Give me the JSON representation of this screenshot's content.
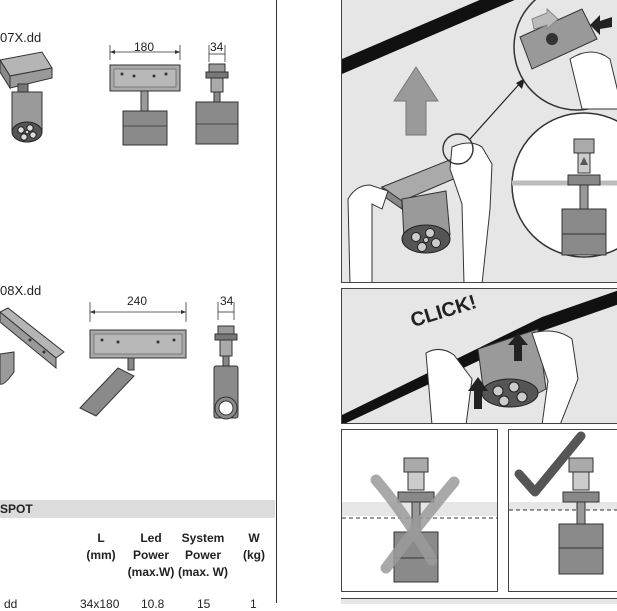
{
  "left": {
    "model_a": "07X.dd",
    "model_b": "08X.dd",
    "dims_a": {
      "width": "180",
      "depth": "34"
    },
    "dims_b": {
      "width": "240",
      "depth": "34"
    },
    "table": {
      "section_label": "SPOT",
      "columns": [
        {
          "line1": "L",
          "line2": "(mm)",
          "line3": ""
        },
        {
          "line1": "Led",
          "line2": "Power",
          "line3": "(max.W)"
        },
        {
          "line1": "System",
          "line2": "Power",
          "line3": "(max. W)"
        },
        {
          "line1": "W",
          "line2": "(kg)",
          "line3": ""
        }
      ],
      "rows": [
        {
          "model": "dd",
          "l": "34x180",
          "led": "10.8",
          "system": "15",
          "w": "1"
        }
      ]
    }
  },
  "right": {
    "click_label": "CLICK!"
  },
  "colors": {
    "panel_bg": "#e6e6e6",
    "drawing_gray": "#8a8a8a",
    "dark_gray": "#555555",
    "arrow_gray": "#9a9a9a",
    "track_black": "#111111"
  }
}
